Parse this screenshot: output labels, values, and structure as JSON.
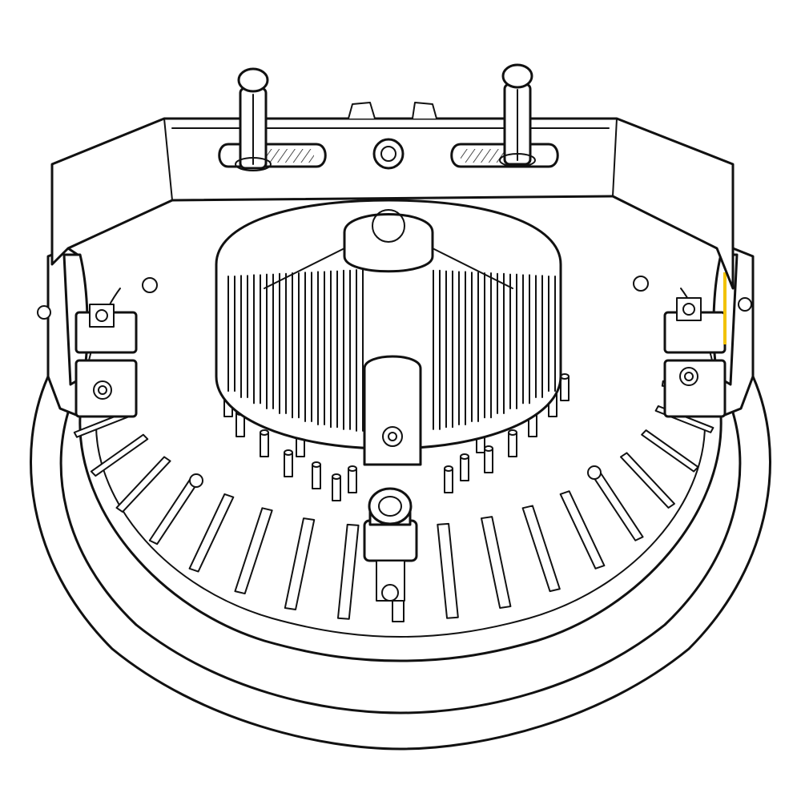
{
  "drawing": {
    "line_color": "#111111",
    "background": "#ffffff",
    "accent_color": "#f2c200",
    "parts": [
      "outer-reflector-ring",
      "heatsink-housing",
      "radial-fins",
      "driver-heatsink",
      "mounting-bracket",
      "mounting-pins",
      "cable-gland",
      "side-brackets"
    ]
  }
}
